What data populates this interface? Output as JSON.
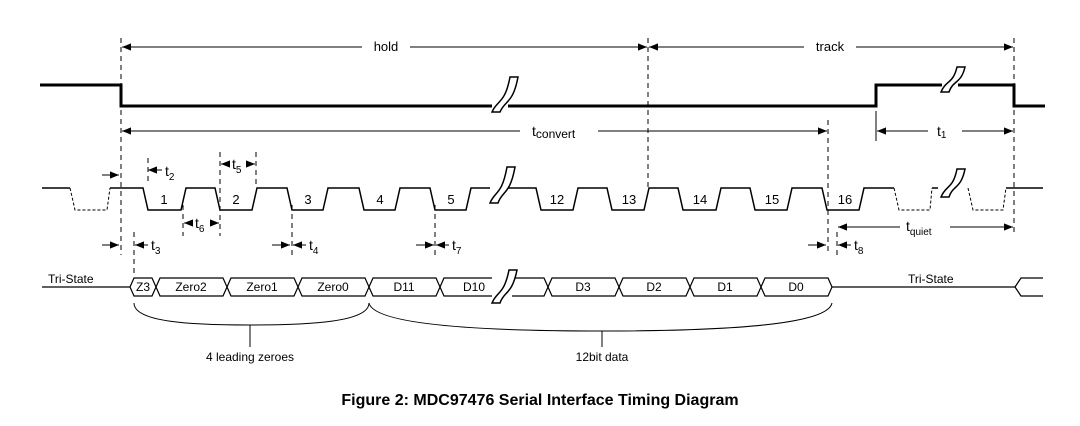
{
  "caption": "Figure 2: MDC97476 Serial Interface Timing Diagram",
  "phases": {
    "hold": "hold",
    "track": "track"
  },
  "timing": {
    "tconvert": {
      "main": "t",
      "sub": "convert"
    },
    "t1": {
      "main": "t",
      "sub": "1"
    },
    "t2": {
      "main": "t",
      "sub": "2"
    },
    "t3": {
      "main": "t",
      "sub": "3"
    },
    "t4": {
      "main": "t",
      "sub": "4"
    },
    "t5": {
      "main": "t",
      "sub": "5"
    },
    "t6": {
      "main": "t",
      "sub": "6"
    },
    "t7": {
      "main": "t",
      "sub": "7"
    },
    "t8": {
      "main": "t",
      "sub": "8"
    },
    "tquiet": {
      "main": "t",
      "sub": "quiet"
    }
  },
  "clock_labels": [
    "1",
    "2",
    "3",
    "4",
    "5",
    "12",
    "13",
    "14",
    "15",
    "16"
  ],
  "data_labels": [
    "Z3",
    "Zero2",
    "Zero1",
    "Zero0",
    "D11",
    "D10",
    "D3",
    "D2",
    "D1",
    "D0"
  ],
  "tri_state_left": "Tri-State",
  "tri_state_right": "Tri-State",
  "groups": {
    "leading": "4 leading zeroes",
    "data": "12bit data"
  }
}
